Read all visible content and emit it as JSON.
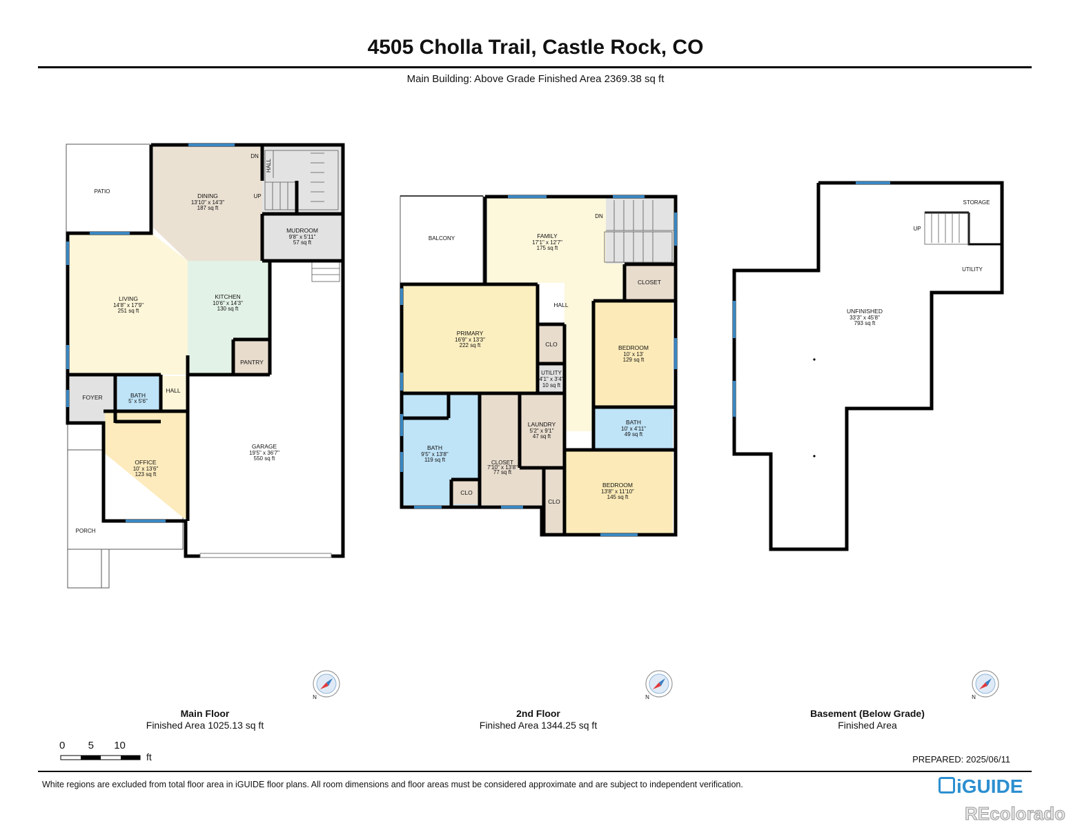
{
  "title": "4505 Cholla Trail, Castle Rock, CO",
  "subtitle": "Main Building: Above Grade Finished Area 2369.38 sq ft",
  "colors": {
    "wall": "#000000",
    "window": "#3a87c2",
    "living": "#fdf6d9",
    "dining": "#ebe1d3",
    "kitchen": "#e3f2e6",
    "bath": "#bfe3f7",
    "office": "#fdebbd",
    "primary": "#fbeebf",
    "bedroom": "#fcebb8",
    "family": "#fdf7dc",
    "closet": "#e8dccd",
    "utility": "#e2e2e2",
    "brand": "#2c8fd0"
  },
  "main_floor": {
    "name": "Main Floor",
    "area": "Finished Area 1025.13 sq ft",
    "labels": {
      "patio": "PATIO",
      "dining": "DINING",
      "dining_dim": "13'10\" x 14'3\"",
      "dining_area": "187 sq ft",
      "dn": "DN",
      "hall_stair": "HALL",
      "up": "UP",
      "mudroom": "MUDROOM",
      "mudroom_dim": "9'8\" x 5'11\"",
      "mudroom_area": "57 sq ft",
      "living": "LIVING",
      "living_dim": "14'8\" x 17'9\"",
      "living_area": "251 sq ft",
      "kitchen": "KITCHEN",
      "kitchen_dim": "10'6\" x 14'3\"",
      "kitchen_area": "130 sq ft",
      "pantry": "PANTRY",
      "foyer": "FOYER",
      "bath": "BATH",
      "bath_dim": "5' x 5'6\"",
      "hall": "HALL",
      "garage": "GARAGE",
      "garage_dim": "19'5\" x 36'7\"",
      "garage_area": "550 sq ft",
      "office": "OFFICE",
      "office_dim": "10' x 13'6\"",
      "office_area": "123 sq ft",
      "porch": "PORCH"
    }
  },
  "second_floor": {
    "name": "2nd Floor",
    "area": "Finished Area 1344.25 sq ft",
    "labels": {
      "balcony": "BALCONY",
      "family": "FAMILY",
      "family_dim": "17'1\" x 12'7\"",
      "family_area": "175 sq ft",
      "dn": "DN",
      "closet": "CLOSET",
      "hall": "HALL",
      "primary": "PRIMARY",
      "primary_dim": "16'9\" x 13'3\"",
      "primary_area": "222 sq ft",
      "clo1": "CLO",
      "utility": "UTILITY",
      "utility_dim": "4'1\" x 3'4\"",
      "utility_area": "10 sq ft",
      "bedroom1": "BEDROOM",
      "bedroom1_dim": "10' x 13'",
      "bedroom1_area": "129 sq ft",
      "bath_big": "BATH",
      "bath_big_dim": "9'5\" x 13'8\"",
      "bath_big_area": "119 sq ft",
      "closet2": "CLOSET",
      "closet2_dim": "7'10\" x 13'8\"",
      "closet2_area": "77 sq ft",
      "laundry": "LAUNDRY",
      "laundry_dim": "5'2\" x 9'1\"",
      "laundry_area": "47 sq ft",
      "bath2": "BATH",
      "bath2_dim": "10' x 4'11\"",
      "bath2_area": "49 sq ft",
      "clo2": "CLO",
      "clo3": "CLO",
      "bedroom2": "BEDROOM",
      "bedroom2_dim": "13'8\" x 11'10\"",
      "bedroom2_area": "145 sq ft"
    }
  },
  "basement": {
    "name": "Basement (Below Grade)",
    "area": "Finished Area",
    "labels": {
      "storage": "STORAGE",
      "up": "UP",
      "utility": "UTILITY",
      "unfinished": "UNFINISHED",
      "unfinished_dim": "33'3\" x 45'8\"",
      "unfinished_area": "793 sq ft"
    }
  },
  "compass_letter": "N",
  "scale": {
    "nums": "0        5       10",
    "unit": "ft"
  },
  "prepared": "PREPARED: 2025/06/11",
  "disclaimer": "White regions are excluded from total floor area in iGUIDE floor plans. All room dimensions and floor areas must be considered approximate and are subject to independent verification.",
  "brand": "iGUIDE",
  "watermark": "REcolorado"
}
